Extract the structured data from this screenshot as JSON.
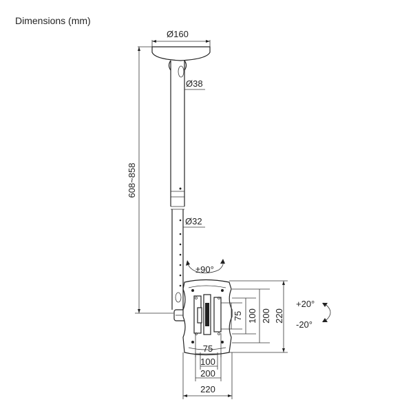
{
  "title": "Dimensions (mm)",
  "dimensions": {
    "ceiling_plate": "Ø160",
    "upper_pole": "Ø38",
    "lower_pole": "Ø32",
    "height_range": "608~858",
    "swivel": "±90°",
    "tilt_up": "+20°",
    "tilt_down": "-20°",
    "vesa_h_75": "75",
    "vesa_h_100": "100",
    "vesa_h_200": "200",
    "vesa_h_220": "220",
    "vesa_v_75": "75",
    "vesa_v_100": "100",
    "vesa_v_200": "200",
    "vesa_v_220": "220"
  }
}
